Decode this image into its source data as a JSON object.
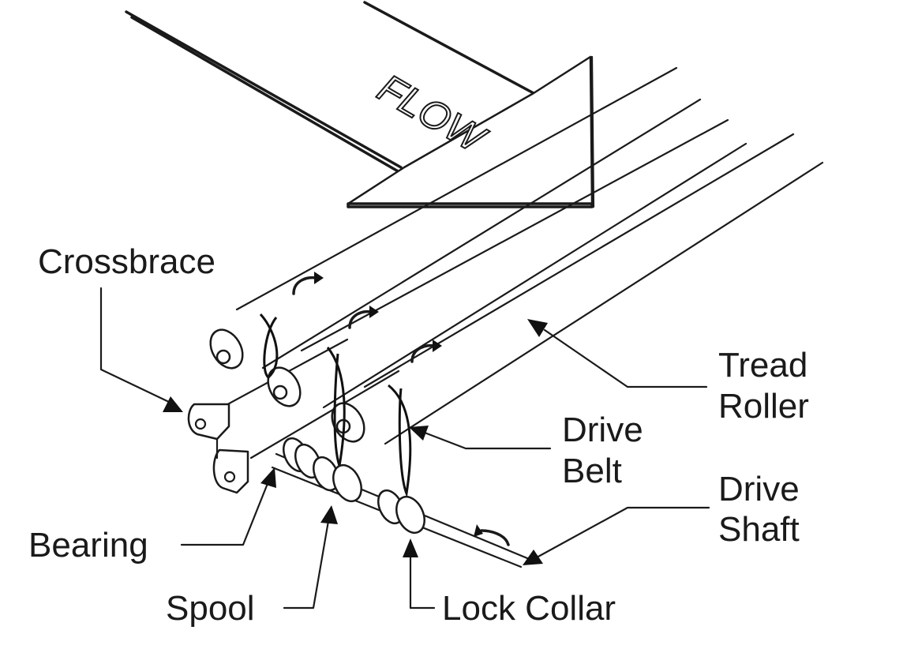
{
  "diagram": {
    "flow_label": "FLOW",
    "labels": {
      "crossbrace": "Crossbrace",
      "tread_roller_line1": "Tread",
      "tread_roller_line2": "Roller",
      "drive_belt_line1": "Drive",
      "drive_belt_line2": "Belt",
      "drive_shaft_line1": "Drive",
      "drive_shaft_line2": "Shaft",
      "bearing": "Bearing",
      "spool": "Spool",
      "lock_collar": "Lock Collar"
    }
  }
}
